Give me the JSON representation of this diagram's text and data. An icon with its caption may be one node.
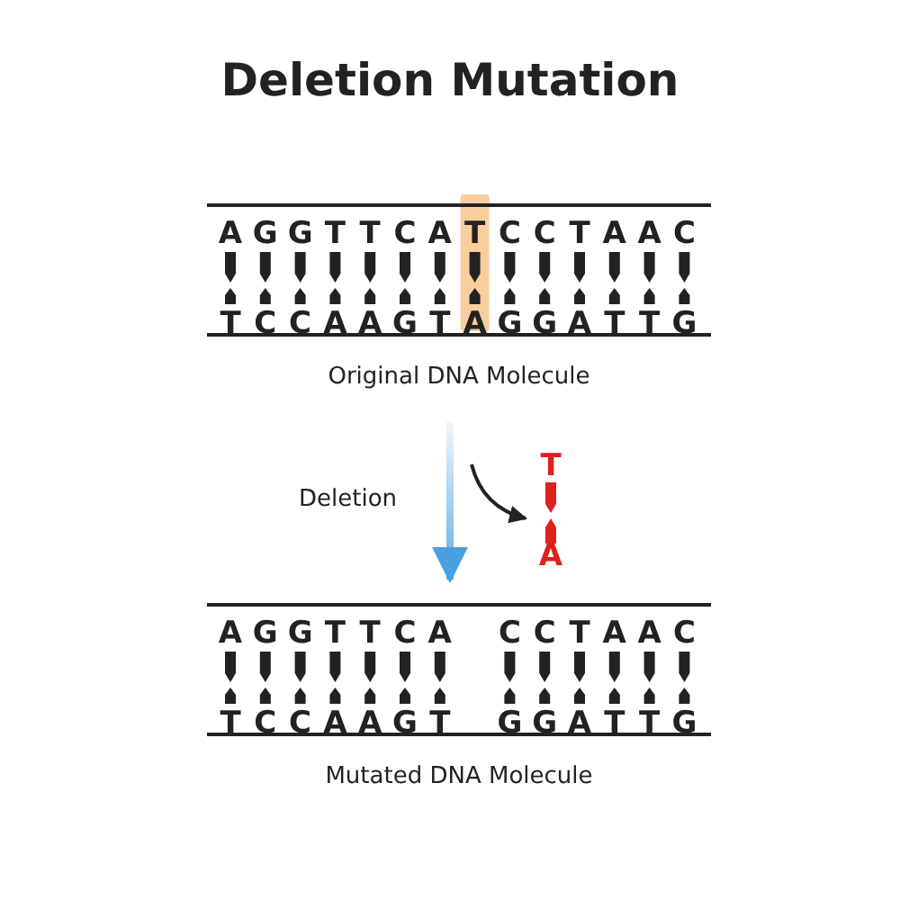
{
  "diagram": {
    "title": "Deletion Mutation",
    "nodes": [
      {
        "text": [
          "Original DNA Molecule"
        ]
      },
      {
        "text": [
          "T",
          "A"
        ]
      },
      {
        "text": [
          "Mutated DNA Molecule"
        ]
      }
    ],
    "edges": [
      {
        "from": 0,
        "to": 2,
        "arrow": "to",
        "label": "Deletion",
        "color": "#4a9fe0"
      },
      {
        "from": null,
        "to": 1,
        "arrow": "to"
      }
    ],
    "labels": [
      "A",
      "G",
      "G",
      "T",
      "T",
      "C",
      "A",
      "T",
      "C",
      "C",
      "T",
      "A",
      "A",
      "C",
      "T",
      "C",
      "C",
      "A",
      "A",
      "G",
      "T",
      "A",
      "G",
      "G",
      "A",
      "T",
      "T",
      "G",
      "A",
      "G",
      "G",
      "T",
      "T",
      "C",
      "A",
      "C",
      "C",
      "T",
      "A",
      "A",
      "C",
      "T",
      "C",
      "C",
      "A",
      "A",
      "G",
      "T",
      "G",
      "G",
      "A",
      "T",
      "T",
      "G"
    ]
  }
}
